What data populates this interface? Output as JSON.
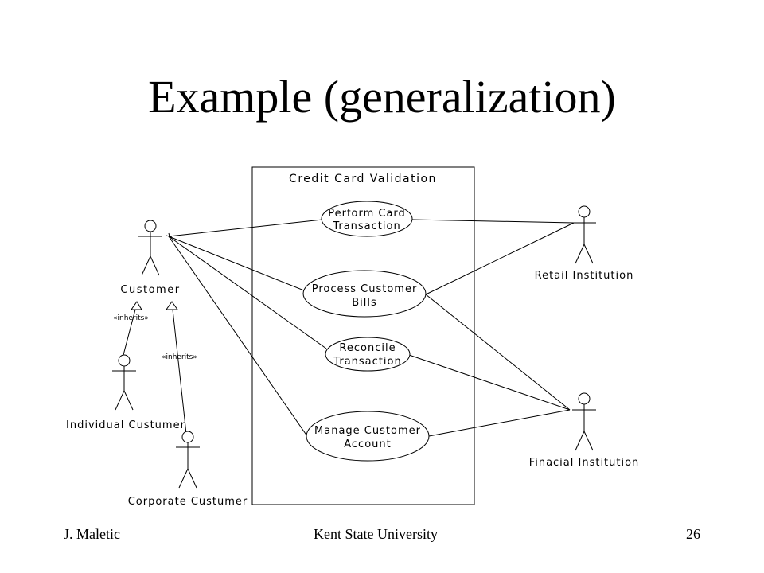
{
  "slide": {
    "title": "Example (generalization)",
    "footer": {
      "author": "J. Maletic",
      "institution": "Kent State University",
      "page_number": "26"
    }
  },
  "diagram": {
    "system_name": "Credit Card Validation",
    "use_cases": {
      "perform_card_transaction": [
        "Perform Card",
        "Transaction"
      ],
      "process_customer_bills": [
        "Process Customer",
        "Bills"
      ],
      "reconcile_transaction": [
        "Reconcile",
        "Transaction"
      ],
      "manage_customer_account": [
        "Manage Customer",
        "Account"
      ]
    },
    "actors": {
      "customer": "Customer",
      "individual_customer": "Individual Custumer",
      "corporate_customer": "Corporate Custumer",
      "retail_institution": "Retail Institution",
      "financial_institution": "Finacial Institution"
    },
    "stereotype_label": "«inherits»"
  }
}
